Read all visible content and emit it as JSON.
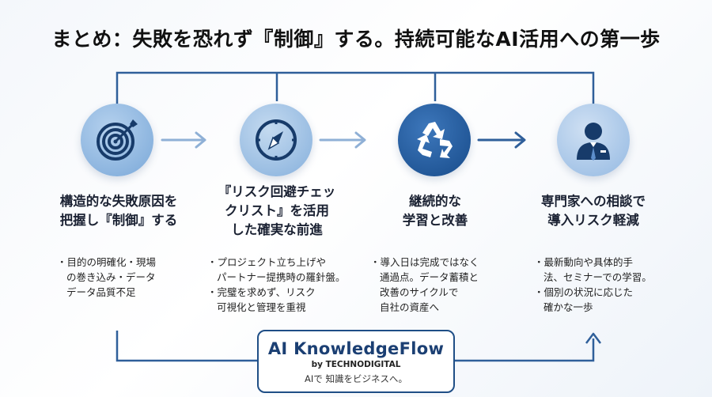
{
  "title": "まとめ：失敗を恐れず『制御』する。持続可能なAI活用への第一歩",
  "colors": {
    "line": "#2f5f9a",
    "arrow_light": "#8fb0d6",
    "circle_1": "#8fb7e0",
    "circle_2": "#9cc0e6",
    "circle_3": "#1f5a9e",
    "circle_4": "#a9c7e8"
  },
  "steps": [
    {
      "icon": "target-icon",
      "heading_lines": [
        "構造的な失敗原因を",
        "把握し『制御』する"
      ],
      "bullets": [
        "・目的の明確化・現場\nの巻き込み・データ\nデータ品質不足"
      ]
    },
    {
      "icon": "compass-icon",
      "heading_lines": [
        "『リスク回避チェッ",
        "クリスト』を活用",
        "した確実な前進"
      ],
      "bullets": [
        "・プロジェクト立ち上げや\nパートナー提携時の羅針盤。",
        "・完璧を求めず、リスク\n可視化と管理を重視"
      ]
    },
    {
      "icon": "recycle-icon",
      "heading_lines": [
        "継続的な",
        "学習と改善"
      ],
      "bullets": [
        "・導入日は完成ではなく\n通過点。データ蓄積と\n改善のサイクルで\n自社の資産へ"
      ]
    },
    {
      "icon": "expert-person-icon",
      "heading_lines": [
        "専門家への相談で",
        "導入リスク軽減"
      ],
      "bullets": [
        "・最新動向や具体的手\n法、セミナーでの学習。",
        "・個別の状況に応じた\n確かな一歩"
      ]
    }
  ],
  "logo": {
    "name": "AI KnowledgeFlow",
    "by": "by TECHNODIGITAL",
    "tagline": "AIで 知識をビジネスへ。"
  }
}
